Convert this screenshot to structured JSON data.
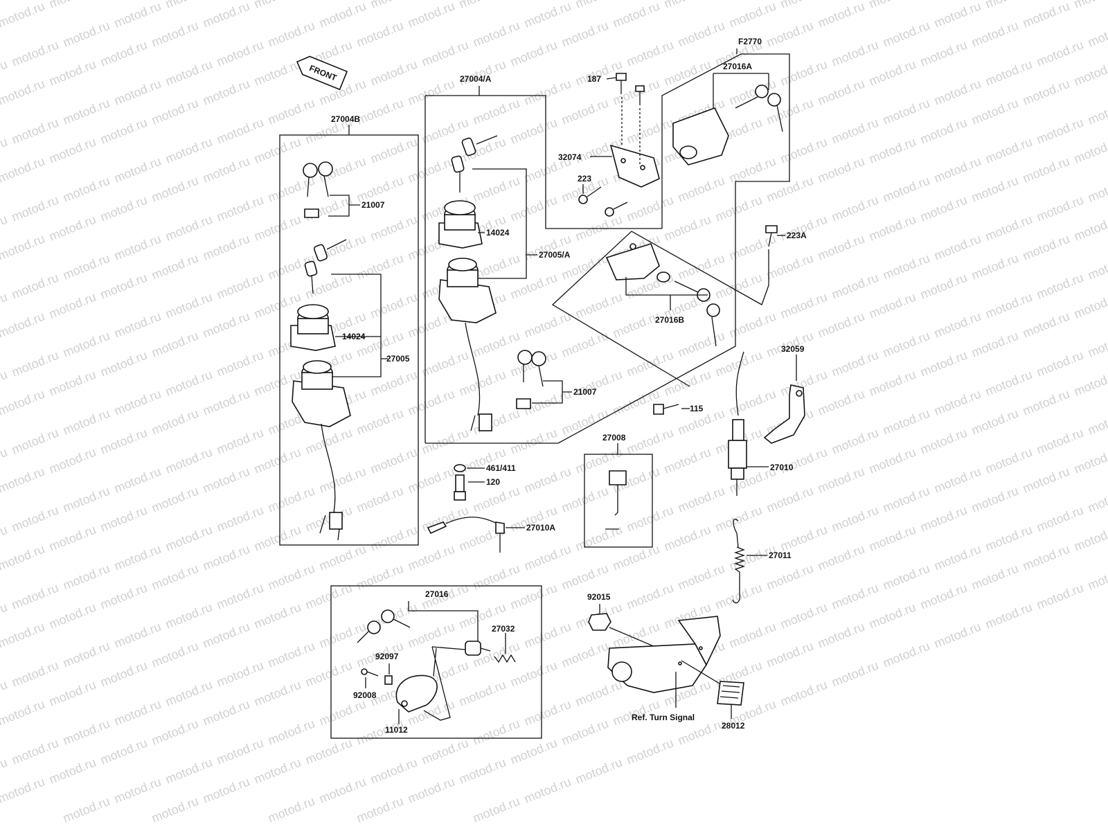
{
  "watermark": "motod.ru",
  "figure_code": "F2770",
  "front_arrow": "FRONT",
  "labels": {
    "l_27004B": "27004B",
    "l_27004A": "27004/A",
    "l_27016A": "27016A",
    "l_187": "187",
    "l_32074": "32074",
    "l_223": "223",
    "l_223A": "223A",
    "l_21007a": "21007",
    "l_14024a": "14024",
    "l_27005": "27005",
    "l_14024b": "14024",
    "l_27005A": "27005/A",
    "l_27016B": "27016B",
    "l_21007b": "21007",
    "l_115": "115",
    "l_32059": "32059",
    "l_27008": "27008",
    "l_461411": "461/411",
    "l_120": "120",
    "l_27010": "27010",
    "l_27010A": "27010A",
    "l_27011": "27011",
    "l_27016": "27016",
    "l_27032": "27032",
    "l_92097": "92097",
    "l_92008": "92008",
    "l_11012": "11012",
    "l_92015": "92015",
    "l_ref": "Ref. Turn Signal",
    "l_28012": "28012"
  }
}
